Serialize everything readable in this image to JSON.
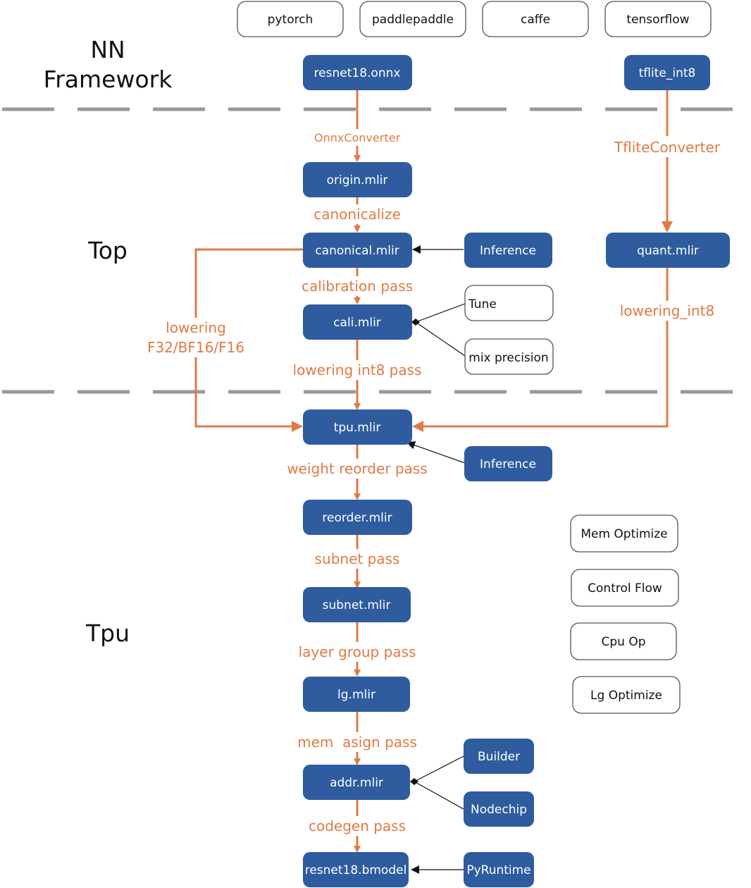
{
  "layers": {
    "nn_framework_line1": "NN",
    "nn_framework_line2": "Framework",
    "top": "Top",
    "tpu": "Tpu"
  },
  "frameworks": {
    "pytorch": "pytorch",
    "paddlepaddle": "paddlepaddle",
    "caffe": "caffe",
    "tensorflow": "tensorflow"
  },
  "nodes": {
    "resnet18_onnx": "resnet18.onnx",
    "tflite_int8": "tflite_int8",
    "origin_mlir": "origin.mlir",
    "canonical_mlir": "canonical.mlir",
    "quant_mlir": "quant.mlir",
    "cali_mlir": "cali.mlir",
    "tpu_mlir": "tpu.mlir",
    "reorder_mlir": "reorder.mlir",
    "subnet_mlir": "subnet.mlir",
    "lg_mlir": "lg.mlir",
    "addr_mlir": "addr.mlir",
    "resnet18_bmodel": "resnet18.bmodel"
  },
  "tools": {
    "inference_top": "Inference",
    "tune": "Tune",
    "mix_precision": "mix precision",
    "inference_tpu": "Inference",
    "builder": "Builder",
    "nodechip": "Nodechip",
    "pyruntime": "PyRuntime"
  },
  "optimizations": {
    "mem_optimize": "Mem Optimize",
    "control_flow": "Control Flow",
    "cpu_op": "Cpu Op",
    "lg_optimize": "Lg Optimize"
  },
  "passes": {
    "onnx_converter": "OnnxConverter",
    "tflite_converter": "TfliteConverter",
    "canonicalize": "canonicalize",
    "calibration_pass": "calibration pass",
    "lowering_int8_pass": "lowering int8 pass",
    "lowering_line1": "lowering",
    "lowering_line2": "F32/BF16/F16",
    "lowering_int8": "lowering_int8",
    "weight_reorder_pass": "weight reorder pass",
    "subnet_pass": "subnet pass",
    "layer_group_pass": "layer group pass",
    "mem_asign_pass": "mem  asign pass",
    "codegen_pass": "codegen pass"
  },
  "colors": {
    "node_blue": "#2E5C9E",
    "pass_orange": "#E07A45",
    "divider_gray": "#999999"
  }
}
